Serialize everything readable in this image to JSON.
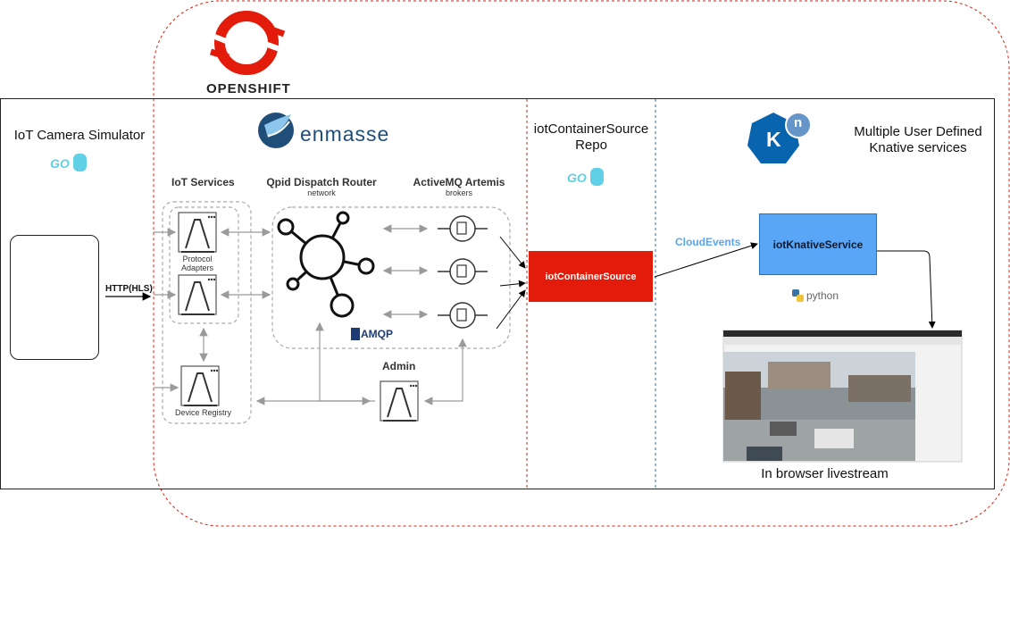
{
  "openshift": {
    "label": "OPENSHIFT"
  },
  "camera_sim": {
    "title": "IoT Camera Simulator"
  },
  "go_logo": {
    "text": "GO"
  },
  "http_label": "HTTP(HLS)",
  "enmasse": {
    "logo_text": "enmasse",
    "iot_services": "IoT Services",
    "protocol_adapters": "Protocol Adapters",
    "device_registry": "Device Registry",
    "qpid_title": "Qpid Dispatch Router",
    "qpid_sub": "network",
    "artemis_title": "ActiveMQ Artemis",
    "artemis_sub": "brokers",
    "amqp": "AMQP",
    "admin": "Admin"
  },
  "repo": {
    "title_line1": "iotContainerSource",
    "title_line2": "Repo"
  },
  "container_source": {
    "label": "iotContainerSource"
  },
  "knative": {
    "logo_letter": "K",
    "logo_sup": "n",
    "title_line1": "Multiple User Defined",
    "title_line2": "Knative services",
    "cloudevents": "CloudEvents",
    "service_label": "iotKnativeService",
    "python_label": "python",
    "livestream_caption": "In browser livestream"
  },
  "colors": {
    "openshift_red": "#e31b0a",
    "container_source_red": "#e31b0a",
    "knative_blue": "#58a6f5",
    "cloudevents_blue": "#58a6f5",
    "enmasse_navy": "#1f4e79",
    "go_cyan": "#5fd0e6"
  }
}
